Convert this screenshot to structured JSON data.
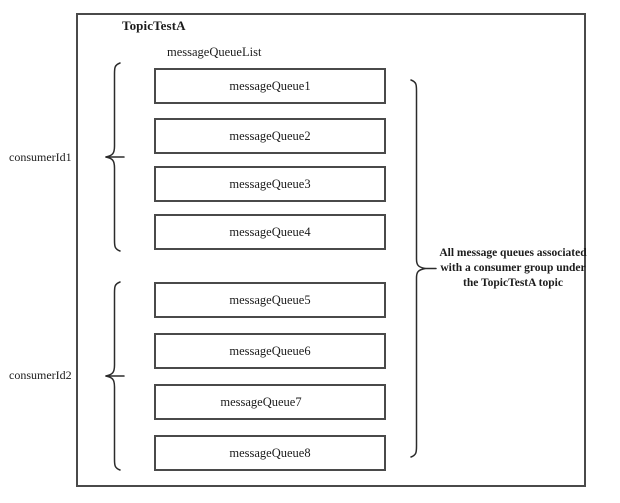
{
  "diagram": {
    "topic_title": "TopicTestA",
    "message_queue_list_label": "messageQueueList",
    "annotation": "All message queues associated with a consumer group under the TopicTestA topic",
    "consumer_groups": [
      {
        "label": "consumerId1",
        "queues": [
          {
            "label": "messageQueue1"
          },
          {
            "label": "messageQueue2"
          },
          {
            "label": "messageQueue3"
          },
          {
            "label": "messageQueue4"
          }
        ]
      },
      {
        "label": "consumerId2",
        "queues": [
          {
            "label": "messageQueue5"
          },
          {
            "label": "messageQueue6"
          },
          {
            "label": "messageQueue7"
          },
          {
            "label": "messageQueue8"
          }
        ]
      }
    ],
    "colors": {
      "background": "#ffffff",
      "border": "#4a4a4a",
      "brace": "#2b2b2b",
      "text": "#1c1c1c"
    }
  }
}
